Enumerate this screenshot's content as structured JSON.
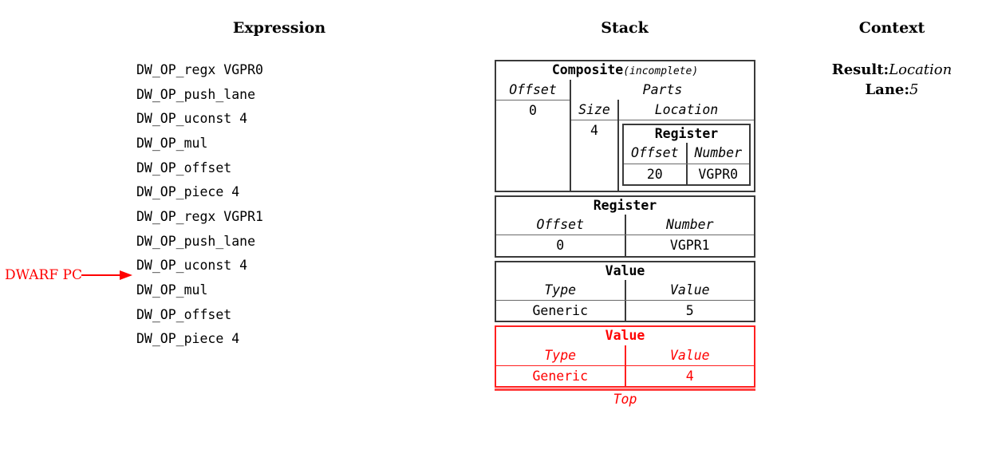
{
  "headings": {
    "expression": "Expression",
    "stack": "Stack",
    "context": "Context"
  },
  "expression": {
    "lines": [
      "DW_OP_regx VGPR0",
      "DW_OP_push_lane",
      "DW_OP_uconst 4",
      "DW_OP_mul",
      "DW_OP_offset",
      "DW_OP_piece 4",
      "DW_OP_regx VGPR1",
      "DW_OP_push_lane",
      "DW_OP_uconst 4",
      "DW_OP_mul",
      "DW_OP_offset",
      "DW_OP_piece 4"
    ],
    "pc_marker": {
      "label": "DWARF PC",
      "points_to_line_index": 9,
      "points_to_line": "DW_OP_mul",
      "color": "#ff0000"
    }
  },
  "stack": {
    "top_label": "Top",
    "entries": [
      {
        "title": "Composite",
        "title_qualifier": "(incomplete)",
        "offset_header": "Offset",
        "offset_value": "0",
        "parts_header": "Parts",
        "size_header": "Size",
        "size_value": "4",
        "location_header": "Location",
        "nested": {
          "title": "Register",
          "headers": [
            "Offset",
            "Number"
          ],
          "values": [
            "20",
            "VGPR0"
          ]
        }
      },
      {
        "title": "Register",
        "headers": [
          "Offset",
          "Number"
        ],
        "values": [
          "0",
          "VGPR1"
        ]
      },
      {
        "title": "Value",
        "headers": [
          "Type",
          "Value"
        ],
        "values": [
          "Generic",
          "5"
        ]
      },
      {
        "title": "Value",
        "headers": [
          "Type",
          "Value"
        ],
        "values": [
          "Generic",
          "4"
        ],
        "highlight": true,
        "highlight_color": "#ff0000"
      }
    ]
  },
  "context": {
    "result_key": "Result:",
    "result_value": "Location",
    "lane_key": "Lane:",
    "lane_value": "5"
  }
}
